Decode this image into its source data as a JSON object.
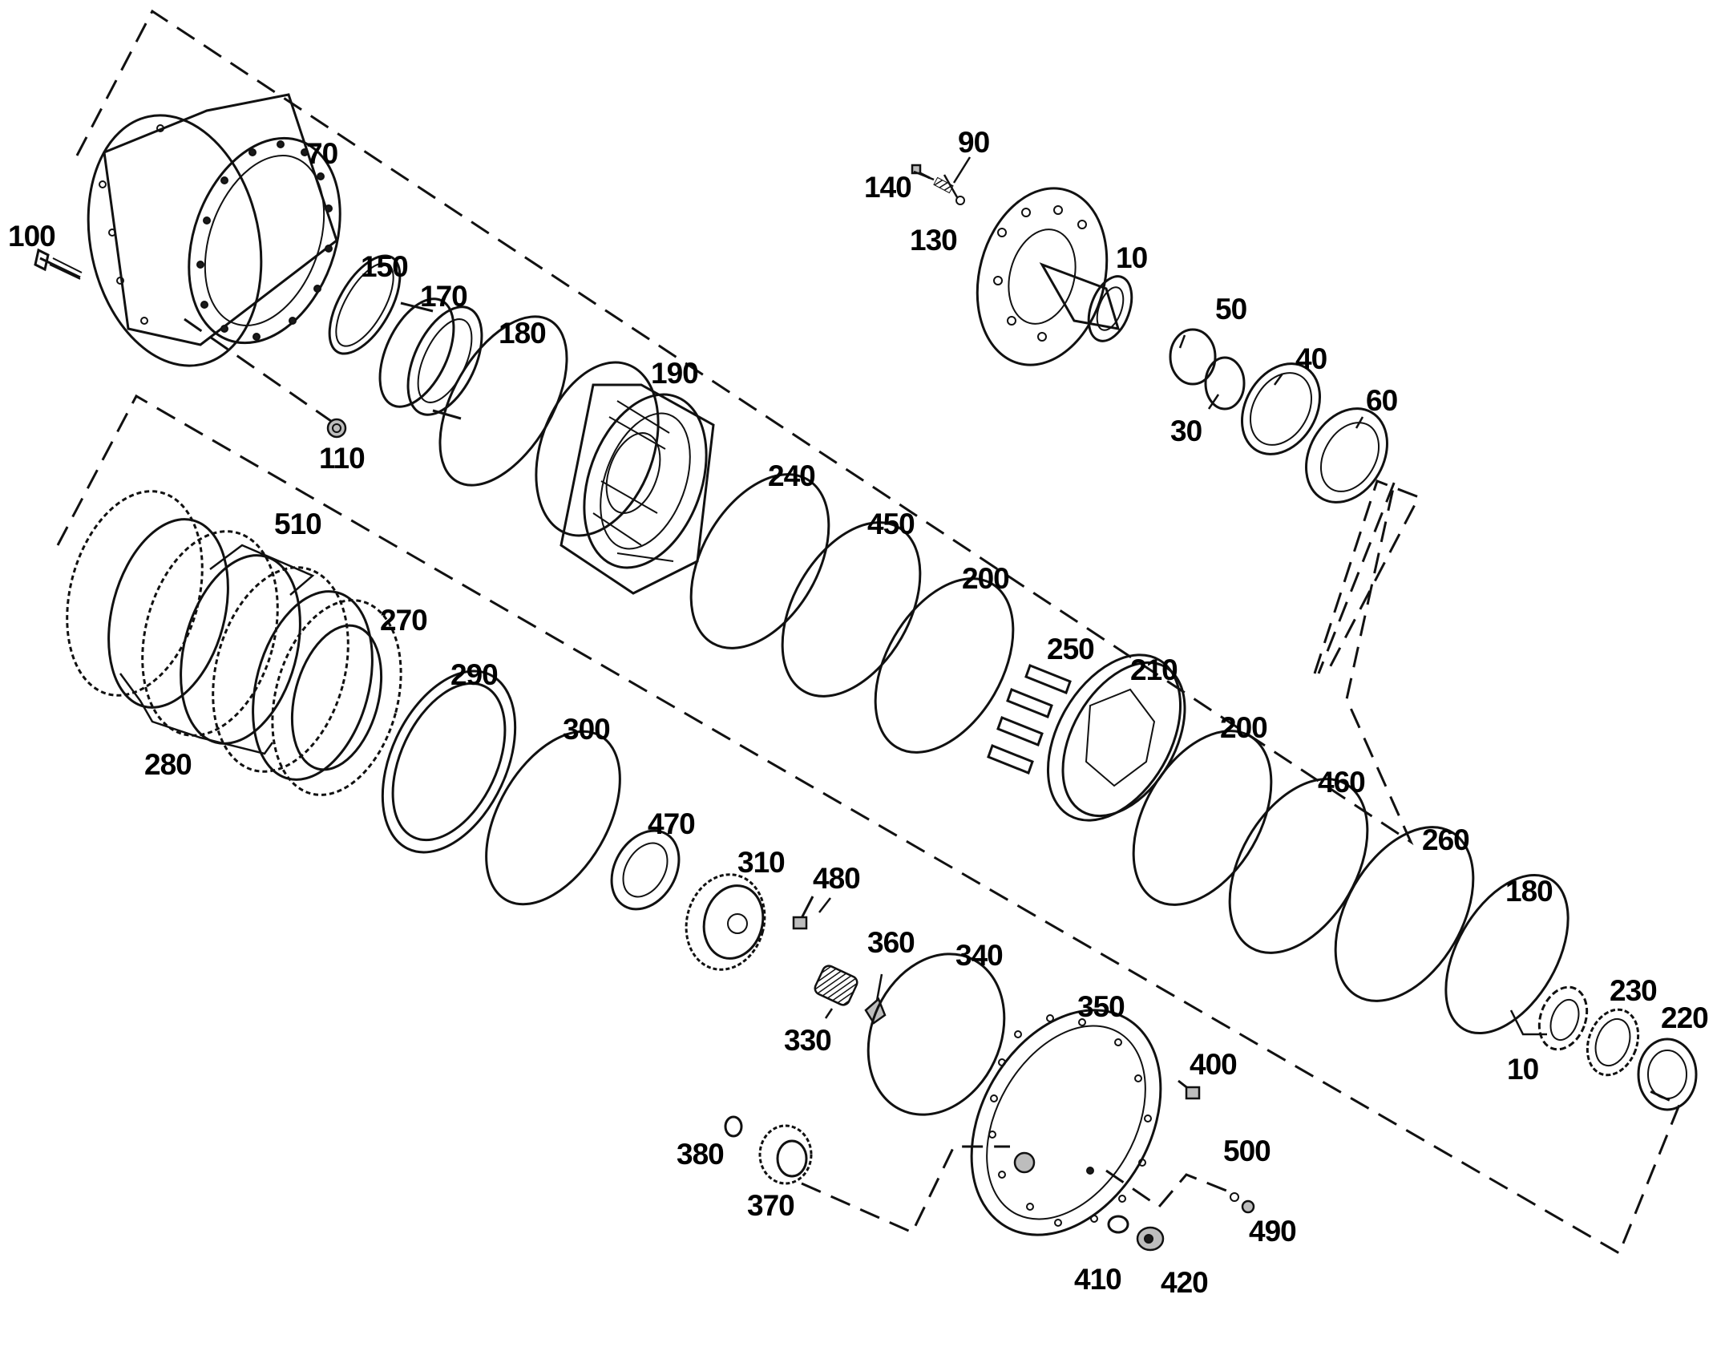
{
  "labels": {
    "p10a": "10",
    "p10b": "10",
    "p30": "30",
    "p40": "40",
    "p50": "50",
    "p60": "60",
    "p70": "70",
    "p90": "90",
    "p100": "100",
    "p110": "110",
    "p130": "130",
    "p140": "140",
    "p150": "150",
    "p170": "170",
    "p180a": "180",
    "p180b": "180",
    "p190": "190",
    "p200a": "200",
    "p200b": "200",
    "p210": "210",
    "p220": "220",
    "p230": "230",
    "p240": "240",
    "p250": "250",
    "p260": "260",
    "p270": "270",
    "p280": "280",
    "p290": "290",
    "p300": "300",
    "p310": "310",
    "p330": "330",
    "p340": "340",
    "p350": "350",
    "p360": "360",
    "p370": "370",
    "p380": "380",
    "p400": "400",
    "p410": "410",
    "p420": "420",
    "p450": "450",
    "p460": "460",
    "p470": "470",
    "p480": "480",
    "p490": "490",
    "p500": "500",
    "p510": "510"
  }
}
